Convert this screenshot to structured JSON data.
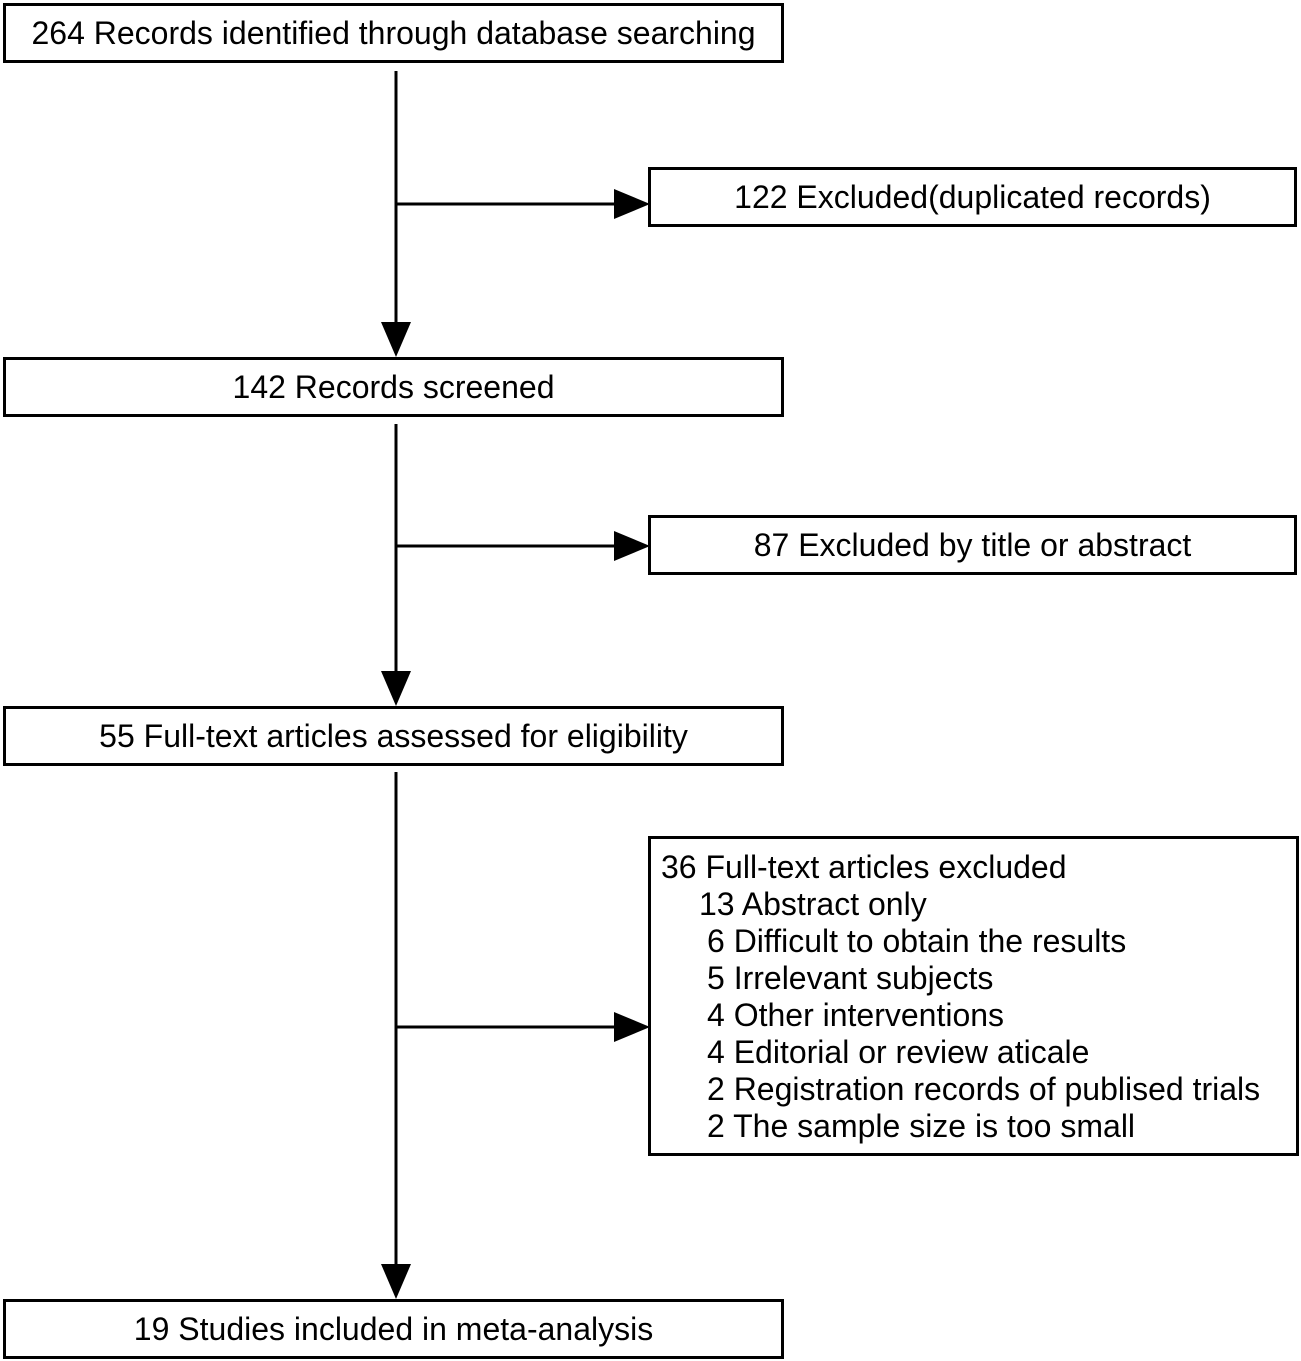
{
  "flow": {
    "identified": "264 Records identified through database searching",
    "screened": "142 Records screened",
    "full_text": "55 Full-text articles assessed for eligibility",
    "included": "19 Studies included in meta-analysis"
  },
  "exclusions": {
    "duplicates": "122 Excluded(duplicated records)",
    "title_abstract": "87 Excluded by title or abstract",
    "full_text": {
      "title": "36 Full-text articles excluded",
      "reasons": [
        "13 Abstract only",
        "6 Difficult to obtain the results",
        "5 Irrelevant subjects",
        "4 Other interventions",
        "4 Editorial or review aticale",
        "2 Registration records of publised trials",
        "2 The sample size is too small"
      ]
    }
  }
}
